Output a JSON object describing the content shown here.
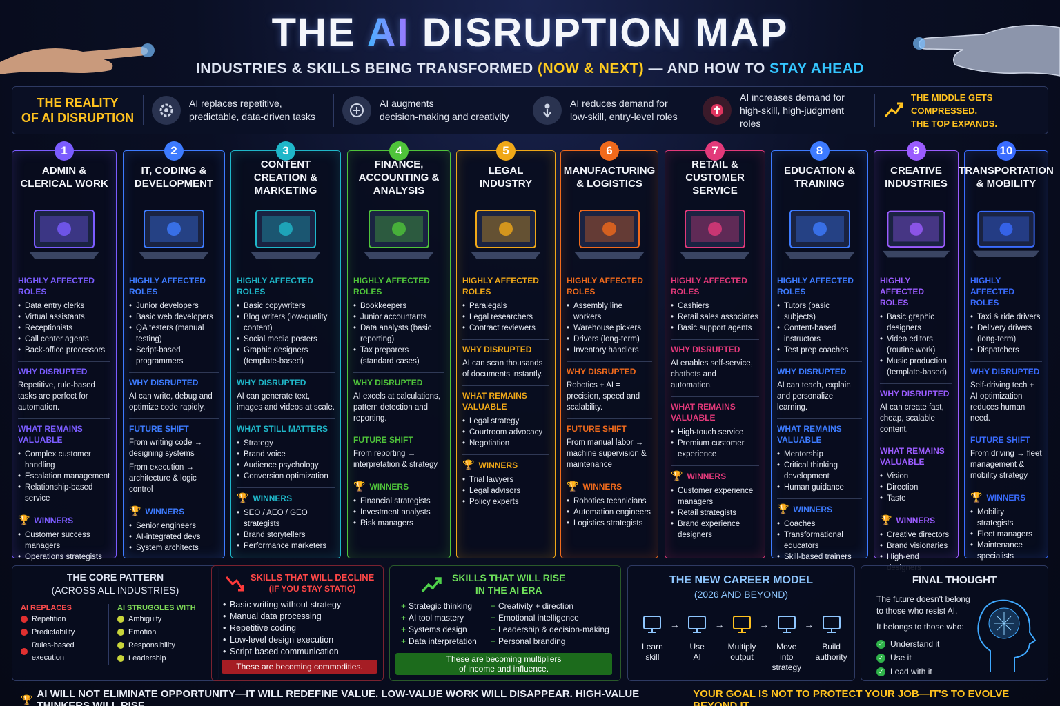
{
  "header": {
    "title_pre": "THE ",
    "title_ai": "AI",
    "title_post": " DISRUPTION MAP",
    "sub_a": "INDUSTRIES & SKILLS BEING TRANSFORMED ",
    "sub_b": "(NOW & NEXT)",
    "sub_c": " — AND HOW TO ",
    "sub_d": "STAY AHEAD"
  },
  "reality": {
    "title_1": "THE REALITY",
    "title_2": "OF AI DISRUPTION",
    "items": [
      {
        "icon": "gear-icon",
        "l1": "AI replaces repetitive,",
        "l2": "predictable, data-driven tasks"
      },
      {
        "icon": "brain-gear-icon",
        "l1": "AI augments",
        "l2": "decision-making and creativity"
      },
      {
        "icon": "person-down-icon",
        "l1": "AI reduces demand for",
        "l2": "low-skill, entry-level roles"
      },
      {
        "icon": "brain-up-icon",
        "l1": "AI increases demand for",
        "l2": "high-skill, high-judgment roles"
      }
    ],
    "final_1": "THE MIDDLE GETS COMPRESSED.",
    "final_2": "THE TOP EXPANDS."
  },
  "columns": [
    {
      "n": "1",
      "title": "ADMIN & CLERICAL WORK",
      "color": "#7b5cff",
      "s1": "HIGHLY AFFECTED ROLES",
      "r1": [
        "Data entry clerks",
        "Virtual assistants",
        "Receptionists",
        "Call center agents",
        "Back-office processors"
      ],
      "s2": "WHY DISRUPTED",
      "p2": "Repetitive, rule-based tasks are perfect for automation.",
      "s3": "WHAT REMAINS VALUABLE",
      "r3": [
        "Complex customer handling",
        "Escalation management",
        "Relationship-based service"
      ],
      "s4": "WINNERS",
      "r4": [
        "Customer success managers",
        "Operations strategists"
      ]
    },
    {
      "n": "2",
      "title": "IT, CODING & DEVELOPMENT",
      "color": "#3d7bff",
      "s1": "HIGHLY AFFECTED ROLES",
      "r1": [
        "Junior developers",
        "Basic web developers",
        "QA testers (manual testing)",
        "Script-based programmers"
      ],
      "s2": "WHY DISRUPTED",
      "p2": "AI can write, debug and optimize code rapidly.",
      "s3": "FUTURE SHIFT",
      "p3a": "From writing code → designing systems",
      "p3b": "From execution → architecture & logic control",
      "s4": "WINNERS",
      "r4": [
        "Senior engineers",
        "AI-integrated devs",
        "System architects"
      ]
    },
    {
      "n": "3",
      "title": "CONTENT CREATION & MARKETING",
      "color": "#1fb7c9",
      "s1": "HIGHLY AFFECTED ROLES",
      "r1": [
        "Basic copywriters",
        "Blog writers (low-quality content)",
        "Social media posters",
        "Graphic designers (template-based)"
      ],
      "s2": "WHY DISRUPTED",
      "p2": "AI can generate text, images and videos at scale.",
      "s3": "WHAT STILL MATTERS",
      "r3": [
        "Strategy",
        "Brand voice",
        "Audience psychology",
        "Conversion optimization"
      ],
      "s4": "WINNERS",
      "r4": [
        "SEO / AEO / GEO strategists",
        "Brand storytellers",
        "Performance marketers"
      ]
    },
    {
      "n": "4",
      "title": "FINANCE, ACCOUNTING & ANALYSIS",
      "color": "#4fc43a",
      "s1": "HIGHLY AFFECTED ROLES",
      "r1": [
        "Bookkeepers",
        "Junior accountants",
        "Data analysts (basic reporting)",
        "Tax preparers (standard cases)"
      ],
      "s2": "WHY DISRUPTED",
      "p2": "AI excels at calculations, pattern detection and reporting.",
      "s3": "FUTURE SHIFT",
      "p3a": "From reporting → interpretation & strategy",
      "s4": "WINNERS",
      "r4": [
        "Financial strategists",
        "Investment analysts",
        "Risk managers"
      ]
    },
    {
      "n": "5",
      "title": "LEGAL INDUSTRY",
      "color": "#f0a818",
      "s1": "HIGHLY AFFECTED ROLES",
      "r1": [
        "Paralegals",
        "Legal researchers",
        "Contract reviewers"
      ],
      "s2": "WHY DISRUPTED",
      "p2": "AI can scan thousands of documents instantly.",
      "s3": "WHAT REMAINS VALUABLE",
      "r3": [
        "Legal strategy",
        "Courtroom advocacy",
        "Negotiation"
      ],
      "s4": "WINNERS",
      "r4": [
        "Trial lawyers",
        "Legal advisors",
        "Policy experts"
      ]
    },
    {
      "n": "6",
      "title": "MANUFACTURING & LOGISTICS",
      "color": "#f06a1c",
      "s1": "HIGHLY AFFECTED ROLES",
      "r1": [
        "Assembly line workers",
        "Warehouse pickers",
        "Drivers (long-term)",
        "Inventory handlers"
      ],
      "s2": "WHY DISRUPTED",
      "p2": "Robotics + AI = precision, speed and scalability.",
      "s3": "FUTURE SHIFT",
      "p3a": "From manual labor → machine supervision & maintenance",
      "s4": "WINNERS",
      "r4": [
        "Robotics technicians",
        "Automation engineers",
        "Logistics strategists"
      ]
    },
    {
      "n": "7",
      "title": "RETAIL & CUSTOMER SERVICE",
      "color": "#e2397a",
      "s1": "HIGHLY AFFECTED ROLES",
      "r1": [
        "Cashiers",
        "Retail sales associates",
        "Basic support agents"
      ],
      "s2": "WHY DISRUPTED",
      "p2": "AI enables self-service, chatbots and automation.",
      "s3": "WHAT REMAINS VALUABLE",
      "r3": [
        "High-touch service",
        "Premium customer experience"
      ],
      "s4": "WINNERS",
      "r4": [
        "Customer experience managers",
        "Retail strategists",
        "Brand experience designers"
      ]
    },
    {
      "n": "8",
      "title": "EDUCATION & TRAINING",
      "color": "#3d7bff",
      "s1": "HIGHLY AFFECTED ROLES",
      "r1": [
        "Tutors (basic subjects)",
        "Content-based instructors",
        "Test prep coaches"
      ],
      "s2": "WHY DISRUPTED",
      "p2": "AI can teach, explain and personalize learning.",
      "s3": "WHAT REMAINS VALUABLE",
      "r3": [
        "Mentorship",
        "Critical thinking development",
        "Human guidance"
      ],
      "s4": "WINNERS",
      "r4": [
        "Coaches",
        "Transformational educators",
        "Skill-based trainers"
      ]
    },
    {
      "n": "9",
      "title": "CREATIVE INDUSTRIES",
      "color": "#9b5cff",
      "s1": "HIGHLY AFFECTED ROLES",
      "r1": [
        "Basic graphic designers",
        "Video editors (routine work)",
        "Music production (template-based)"
      ],
      "s2": "WHY DISRUPTED",
      "p2": "AI can create fast, cheap, scalable content.",
      "s3": "WHAT REMAINS VALUABLE",
      "r3": [
        "Vision",
        "Direction",
        "Taste"
      ],
      "s4": "WINNERS",
      "r4": [
        "Creative directors",
        "Brand visionaries",
        "High-end designers"
      ]
    },
    {
      "n": "10",
      "title": "TRANSPORTATION & MOBILITY",
      "color": "#3a6cff",
      "s1": "HIGHLY AFFECTED ROLES",
      "r1": [
        "Taxi & ride drivers",
        "Delivery drivers (long-term)",
        "Dispatchers"
      ],
      "s2": "WHY DISRUPTED",
      "p2": "Self-driving tech + AI optimization reduces human need.",
      "s3": "FUTURE SHIFT",
      "p3a": "From driving → fleet management & mobility strategy",
      "s4": "WINNERS",
      "r4": [
        "Mobility strategists",
        "Fleet managers",
        "Maintenance specialists"
      ]
    }
  ],
  "core": {
    "t1": "THE CORE PATTERN",
    "t2": "(ACROSS ALL INDUSTRIES)",
    "a": "AI REPLACES",
    "a_items": [
      "Repetition",
      "Predictability",
      "Rules-based execution"
    ],
    "b": "AI STRUGGLES WITH",
    "b_items": [
      "Ambiguity",
      "Emotion",
      "Responsibility",
      "Leadership"
    ]
  },
  "decline": {
    "t1": "SKILLS THAT WILL DECLINE",
    "t2": "(IF YOU STAY STATIC)",
    "items": [
      "Basic writing without strategy",
      "Manual data processing",
      "Repetitive coding",
      "Low-level design execution",
      "Script-based communication"
    ],
    "note": "These are becoming commodities."
  },
  "rise": {
    "t1": "SKILLS THAT WILL RISE",
    "t2": "IN THE AI ERA",
    "left": [
      "Strategic thinking",
      "AI tool mastery",
      "Systems design",
      "Data interpretation"
    ],
    "right": [
      "Creativity + direction",
      "Emotional intelligence",
      "Leadership & decision-making",
      "Personal branding"
    ],
    "note1": "These are becoming multipliers",
    "note2": "of income and influence."
  },
  "career": {
    "t1": "THE NEW CAREER MODEL",
    "t2": "(2026 AND BEYOND)",
    "steps": [
      {
        "a": "Learn",
        "b": "skill",
        "icon": "monitor-icon"
      },
      {
        "a": "Use",
        "b": "AI",
        "icon": "robot-icon"
      },
      {
        "a": "Multiply",
        "b": "output",
        "icon": "chart-icon"
      },
      {
        "a": "Move into",
        "b": "strategy",
        "icon": "rocket-icon"
      },
      {
        "a": "Build",
        "b": "authority",
        "icon": "flag-icon"
      }
    ]
  },
  "final": {
    "t": "FINAL THOUGHT",
    "p1": "The future doesn't belong",
    "p2": "to those who resist AI.",
    "p3": "It belongs to those who:",
    "items": [
      "Understand it",
      "Use it",
      "Lead with it"
    ]
  },
  "footer": {
    "left": "AI WILL NOT ELIMINATE OPPORTUNITY—IT WILL REDEFINE VALUE. LOW-VALUE WORK WILL DISAPPEAR. HIGH-VALUE THINKERS WILL RISE.",
    "right": "YOUR GOAL IS NOT TO PROTECT YOUR JOB—IT'S TO EVOLVE BEYOND IT."
  }
}
